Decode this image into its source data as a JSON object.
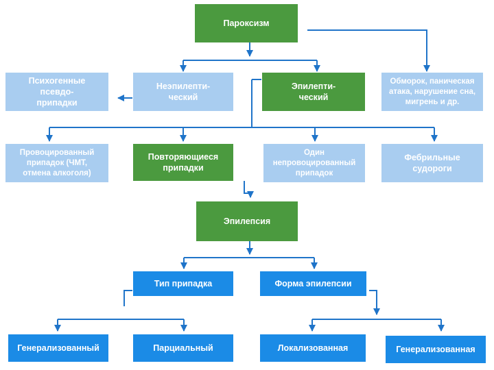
{
  "colors": {
    "green": "#4b9a3f",
    "light_blue": "#a9cdf0",
    "blue": "#1b8be6",
    "arrow": "#1f74c9"
  },
  "nodes": {
    "paroxysm": "Пароксизм",
    "non_epileptic": "Неэпилепти-\nческий",
    "epileptic": "Эпилепти-\nческий",
    "syncope": "Обморок, паническая\nатака, нарушение сна,\nмигрень и др.",
    "psychogenic": "Психогенные\nпсевдо-\nприпадки",
    "provoked": "Провоцированный\nприпадок (ЧМТ,\nотмена алкоголя)",
    "recurrent": "Повторяющиеся\nприпадки",
    "single": "Один\nнепровоцированный\nприпадок",
    "febrile": "Фебрильные\nсудороги",
    "epilepsy": "Эпилепсия",
    "seizure_type": "Тип припадка",
    "epilepsy_form": "Форма эпилепсии",
    "generalized_seizure": "Генерализованный",
    "partial": "Парциальный",
    "localized": "Локализованная",
    "generalized_form": "Генерализованная"
  }
}
